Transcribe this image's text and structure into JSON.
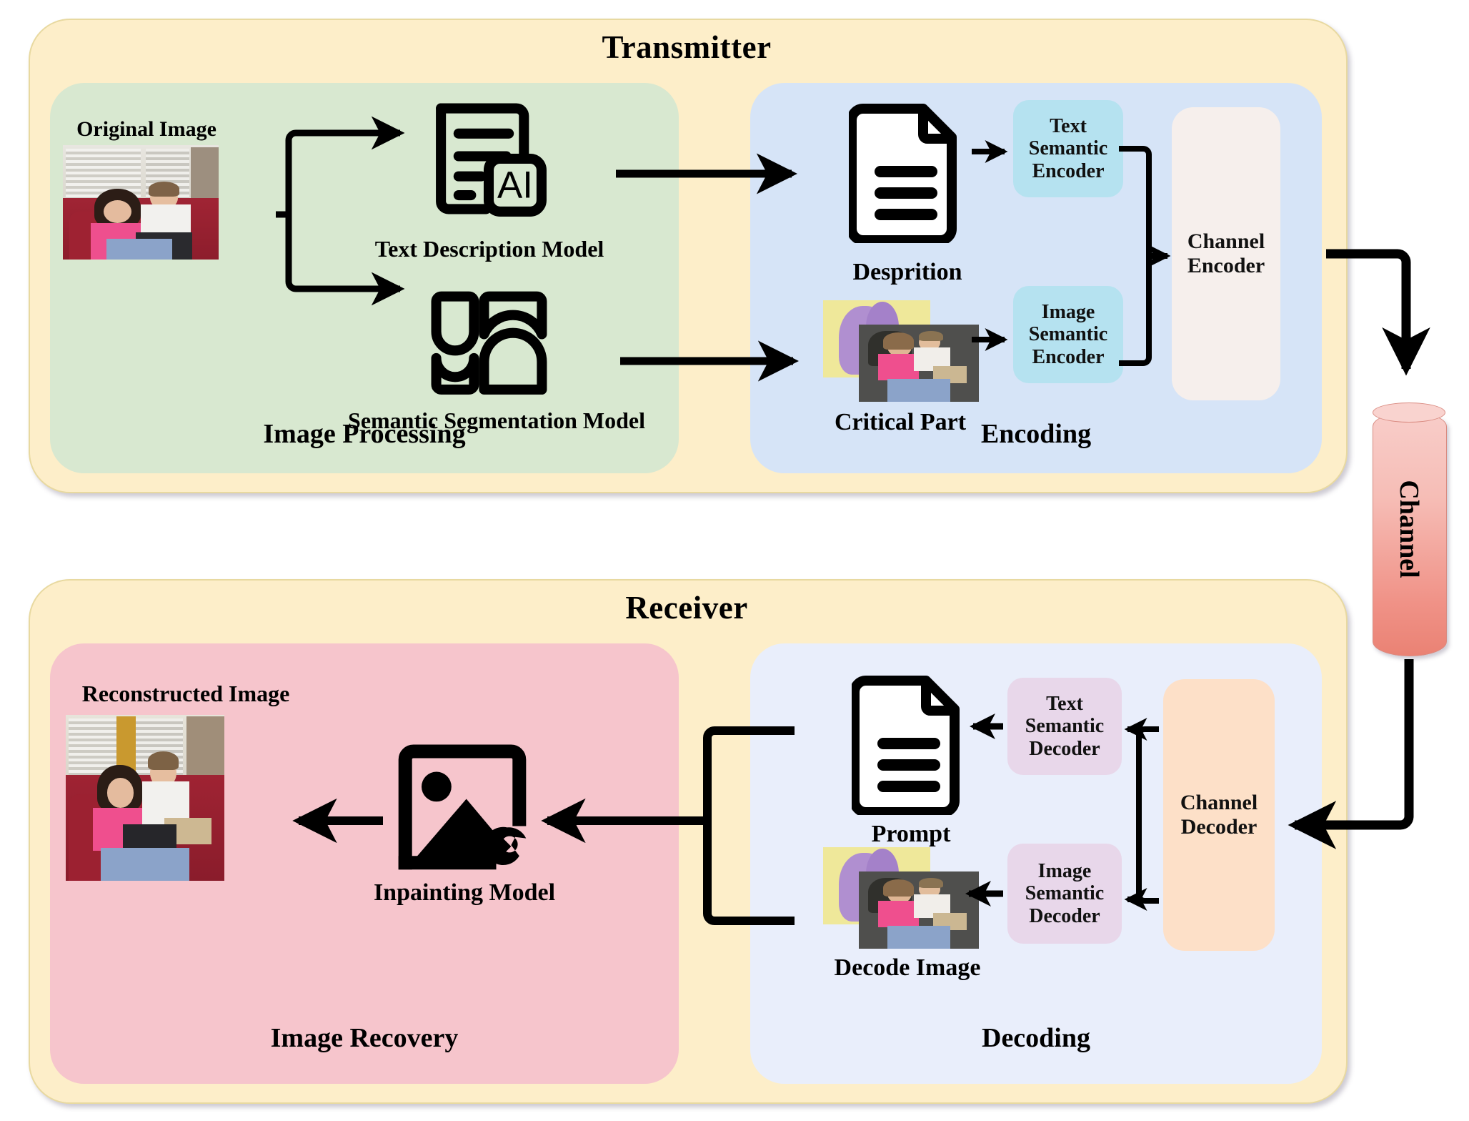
{
  "figure": {
    "kind": "semantic-communication-system-diagram"
  },
  "transmitter": {
    "title": "Transmitter",
    "panel_color": "#fdeec9",
    "stages": {
      "image_processing": {
        "title": "Image Processing",
        "color": "#d8e8d0",
        "original_image_label": "Original Image",
        "text_model_label": "Text Description Model",
        "segmentation_model_label": "Semantic Segmentation Model",
        "text_model_icon": "ai-document-icon",
        "segmentation_model_icon": "segmentation-icon"
      },
      "encoding": {
        "title": "Encoding",
        "color": "#d6e4f7",
        "description_label": "Desprition",
        "description_icon": "document-icon",
        "critical_part_label": "Critical Part",
        "text_semantic_encoder": "Text\nSemantic\nEncoder",
        "text_semantic_encoder_lines": [
          "Text",
          "Semantic",
          "Encoder"
        ],
        "image_semantic_encoder_lines": [
          "Image",
          "Semantic",
          "Encoder"
        ],
        "encoder_chip_color": "#b5e2f0",
        "channel_encoder_lines": [
          "Channel",
          "Encoder"
        ],
        "channel_encoder_color": "#f6efec"
      }
    }
  },
  "channel": {
    "label": "Channel",
    "top_color": "#f9d3cf",
    "bottom_color": "#ea8274"
  },
  "receiver": {
    "title": "Receiver",
    "panel_color": "#fdeec9",
    "stages": {
      "image_recovery": {
        "title": "Image Recovery",
        "color": "#f6c5cc",
        "reconstructed_image_label": "Reconstructed Image",
        "inpainting_model_label": "Inpainting Model",
        "inpainting_model_icon": "image-wrench-icon"
      },
      "decoding": {
        "title": "Decoding",
        "color": "#e9eefb",
        "prompt_label": "Prompt",
        "prompt_icon": "document-icon",
        "decode_image_label": "Decode Image",
        "text_semantic_decoder_lines": [
          "Text",
          "Semantic",
          "Decoder"
        ],
        "image_semantic_decoder_lines": [
          "Image",
          "Semantic",
          "Decoder"
        ],
        "decoder_chip_color": "#e8d7ea",
        "channel_decoder_lines": [
          "Channel",
          "Decoder"
        ],
        "channel_decoder_color": "#fde0c8"
      }
    }
  }
}
